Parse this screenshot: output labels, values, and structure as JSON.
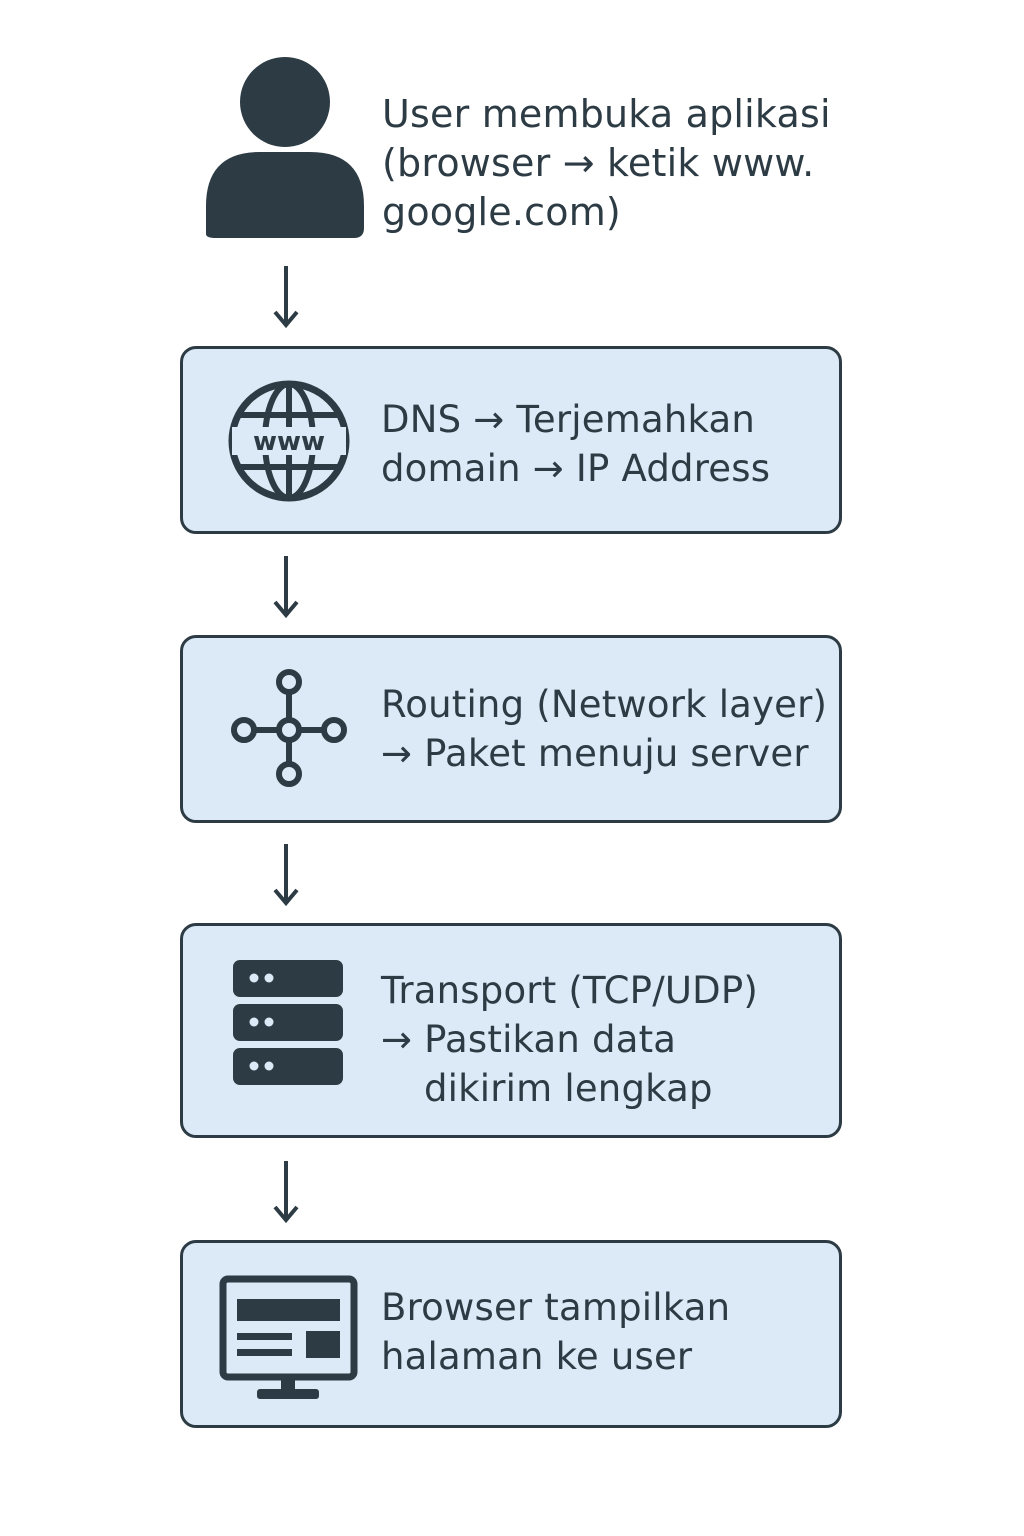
{
  "user": {
    "lines": [
      "User membuka aplikasi",
      "(browser → ketik www.",
      "google.com)"
    ],
    "icon": "user-icon"
  },
  "steps": [
    {
      "icon": "globe-www-icon",
      "icon_label": "www",
      "lines": [
        "DNS → Terjemahkan",
        "domain → IP Address"
      ]
    },
    {
      "icon": "network-node-icon",
      "lines": [
        "Routing (Network layer)",
        "→ Paket menuju server"
      ]
    },
    {
      "icon": "server-icon",
      "lines": [
        "Transport (TCP/UDP)",
        "→ Pastikan data",
        "dikirim lengkap"
      ]
    },
    {
      "icon": "monitor-icon",
      "lines": [
        "Browser tampilkan",
        "halaman ke user"
      ]
    }
  ],
  "colors": {
    "ink": "#2d3b44",
    "box_fill": "#dbeaf6",
    "background": "#ffffff"
  }
}
